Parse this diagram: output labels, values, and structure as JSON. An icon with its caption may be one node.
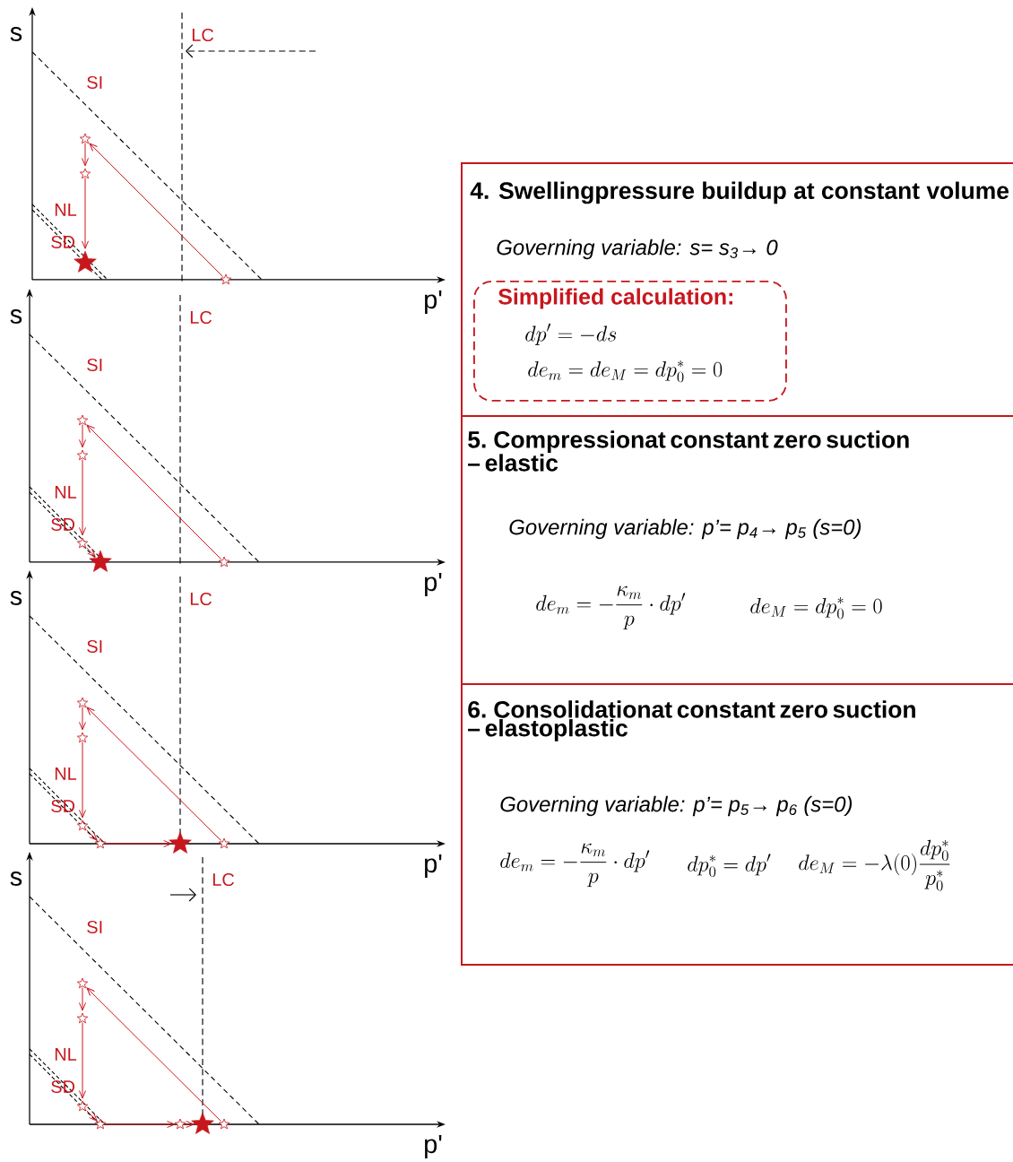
{
  "diagram": {
    "nodes": [
      {
        "text": [],
        "shape": "star"
      },
      {
        "text": [],
        "shape": "star"
      },
      {
        "text": [],
        "shape": "star"
      },
      {
        "text": [],
        "shape": "star"
      },
      {
        "text": [],
        "shape": "star"
      },
      {
        "text": [],
        "shape": "star"
      },
      {
        "text": [],
        "shape": "star"
      },
      {
        "text": [],
        "shape": "star"
      },
      {
        "text": [],
        "shape": "star"
      },
      {
        "text": [],
        "shape": "star"
      },
      {
        "text": [],
        "shape": "star"
      },
      {
        "text": [],
        "shape": "star"
      },
      {
        "text": [],
        "shape": "star"
      },
      {
        "text": [],
        "shape": "star"
      },
      {
        "text": [],
        "shape": "star"
      },
      {
        "text": [],
        "shape": "star"
      },
      {
        "text": [],
        "shape": "star"
      },
      {
        "text": [],
        "shape": "star"
      },
      {
        "text": [],
        "shape": "star"
      },
      {
        "text": [],
        "shape": "star"
      },
      {
        "text": [],
        "shape": "star"
      },
      {
        "text": [],
        "shape": "star"
      },
      {
        "text": [
          "4. Swellingpressure buildup at constant volume",
          "Governing variable: s= s$_{3}$→ 0"
        ]
      },
      {
        "text": [
          "Simplified calculation:",
          "dp' = -ds",
          "de_m = de_M = dp_0^* = 0"
        ],
        "in": 22
      },
      {
        "text": [
          "5. Compressionat constant zero suction – elastic",
          "Governing variable: p’= p$_{4}$→ p$_{5}$  (s=0)",
          "de_m = -\\frac{\\kappa_m}{p}\\cdot dp'",
          "de_M = dp_0^* = 0"
        ]
      },
      {
        "text": [
          "6. Consolidationat constant zero suction – elastoplastic",
          "Governing variable: p’= p$_{5}$→ p$_{6}$ (s=0)",
          "de_m = -\\frac{\\kappa_m}{p}\\cdot dp'",
          "dp_0^* = dp'",
          "de_M = -\\lambda(0)\\frac{dp_0^*}{p_0^*}"
        ]
      }
    ],
    "edges": [
      {
        "from": 3,
        "to": 0,
        "arrow": "to"
      },
      {
        "from": 0,
        "to": 1,
        "arrow": "to"
      },
      {
        "from": 1,
        "to": 2,
        "arrow": "to"
      },
      {
        "from": 8,
        "to": 4,
        "arrow": "to"
      },
      {
        "from": 4,
        "to": 5,
        "arrow": "to"
      },
      {
        "from": 5,
        "to": 6,
        "arrow": "to"
      },
      {
        "from": 6,
        "to": 7,
        "arrow": "to"
      },
      {
        "from": 14,
        "to": 9,
        "arrow": "to"
      },
      {
        "from": 9,
        "to": 10,
        "arrow": "to"
      },
      {
        "from": 10,
        "to": 11,
        "arrow": "to"
      },
      {
        "from": 11,
        "to": 12,
        "arrow": "to"
      },
      {
        "from": 12,
        "to": 13,
        "arrow": "to"
      },
      {
        "from": 21,
        "to": 15,
        "arrow": "to"
      },
      {
        "from": 15,
        "to": 16,
        "arrow": "to"
      },
      {
        "from": 16,
        "to": 17,
        "arrow": "to"
      },
      {
        "from": 17,
        "to": 18,
        "arrow": "to"
      },
      {
        "from": 18,
        "to": 19,
        "arrow": "to"
      },
      {
        "from": 19,
        "to": 20,
        "arrow": "to"
      }
    ],
    "labels": [
      "s",
      "LC",
      "SI",
      "NL",
      "SD",
      "p'",
      "s",
      "LC",
      "SI",
      "NL",
      "SD",
      "p'",
      "s",
      "LC",
      "SI",
      "NL",
      "SD",
      "p'",
      "s",
      "LC",
      "SI",
      "NL",
      "SD",
      "p'"
    ]
  }
}
